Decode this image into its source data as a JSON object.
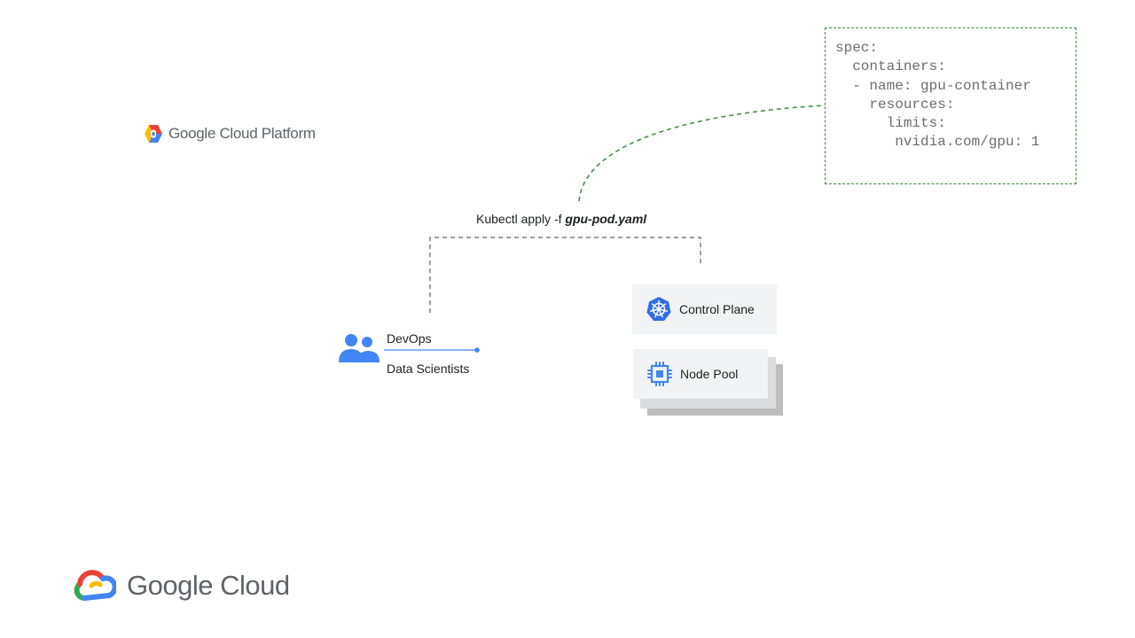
{
  "header": {
    "gcp_logo_text": "Google Cloud Platform"
  },
  "code_snippet": {
    "lines": [
      "spec:",
      "  containers:",
      "  - name: gpu-container",
      "    resources:",
      "      limits:",
      "       nvidia.com/gpu: 1"
    ]
  },
  "command": {
    "prefix": "Kubectl apply -f ",
    "file": "gpu-pod.yaml"
  },
  "users": {
    "role_1": "DevOps",
    "role_2": "Data Scientists",
    "icon": "users-icon"
  },
  "cluster": {
    "control_plane_label": "Control Plane",
    "control_plane_icon": "kubernetes-icon",
    "node_pool_label": "Node Pool",
    "node_pool_icon": "chip-icon"
  },
  "footer": {
    "google_cloud_text": "Google Cloud"
  },
  "colors": {
    "code_border": "#3d8a3d",
    "accent_blue": "#4285f4",
    "google_red": "#ea4335",
    "google_yellow": "#fbbc04",
    "google_green": "#34a853"
  }
}
